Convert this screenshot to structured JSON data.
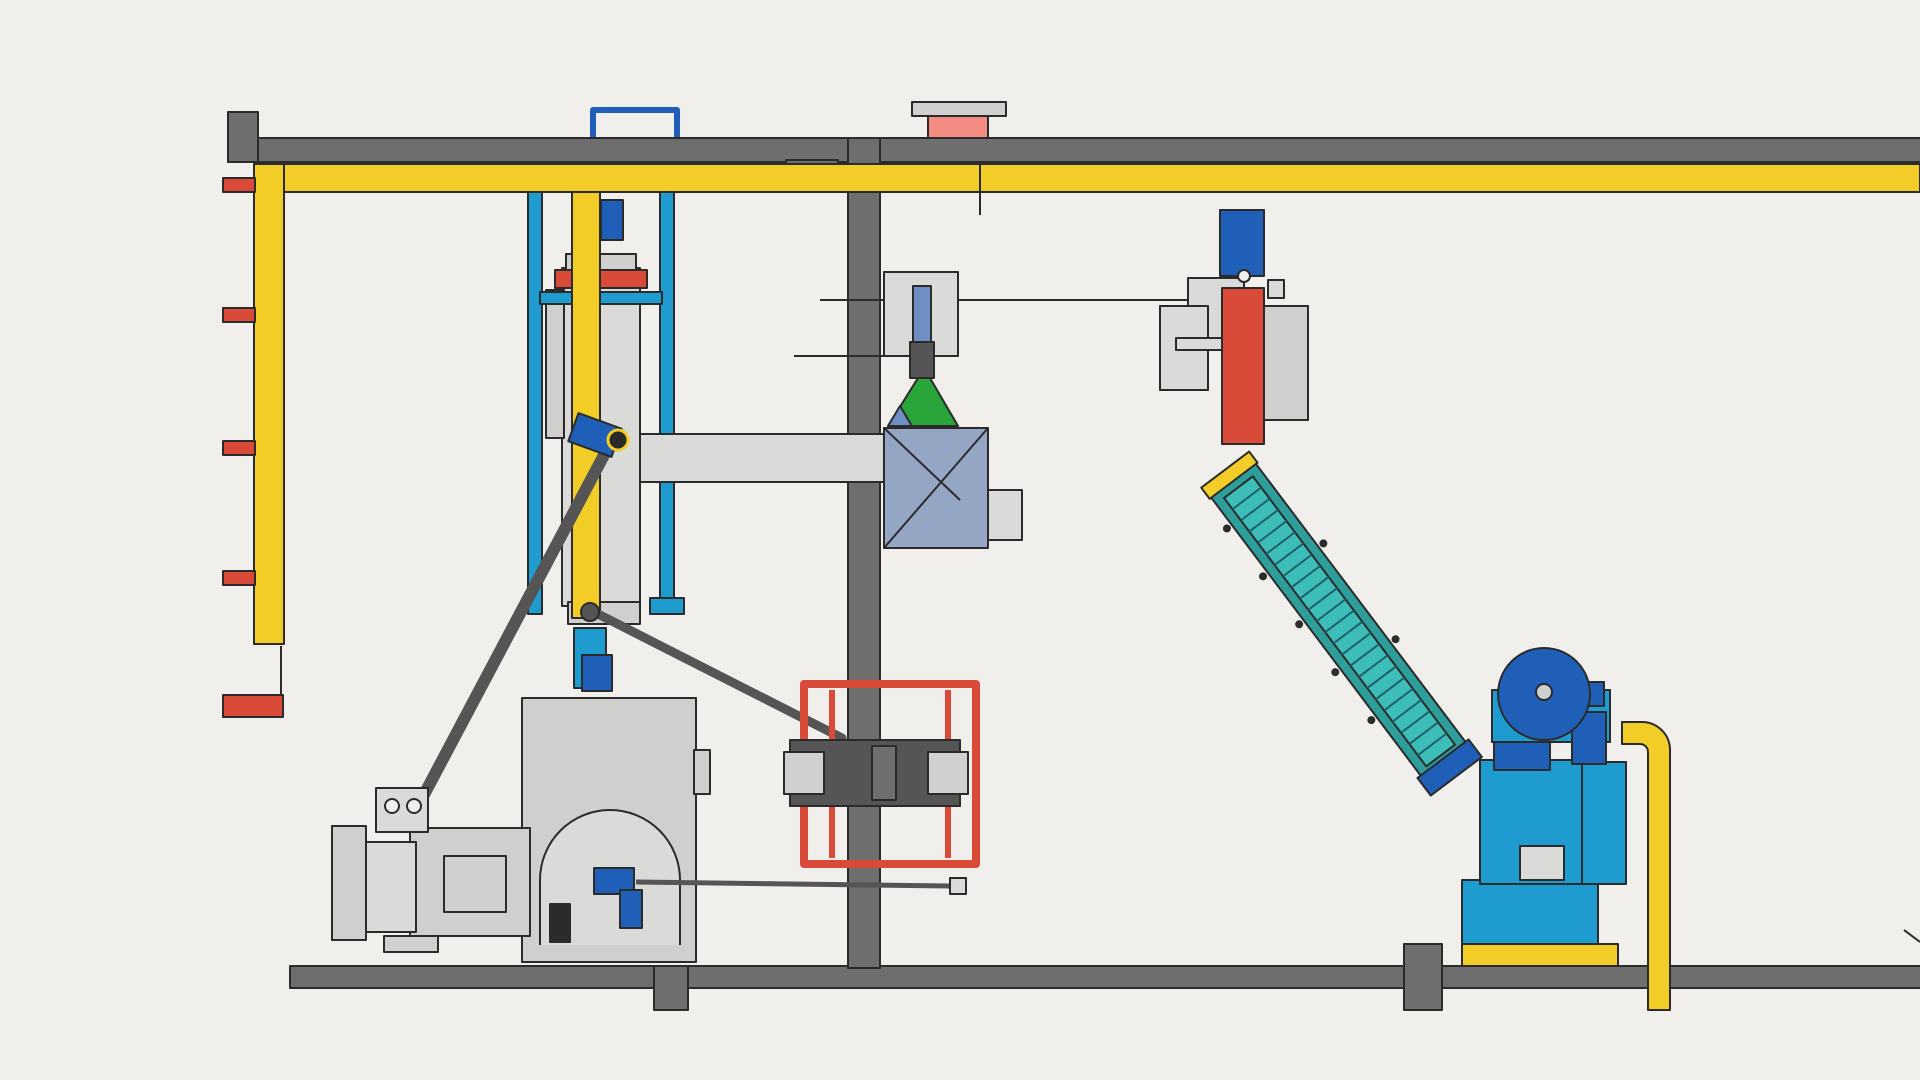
{
  "diagram": {
    "labels": [],
    "colors": {
      "background": "#f0efec",
      "frame": "#6e6e6e",
      "outline": "#2b2b2b",
      "yellow": "#f2cc27",
      "blue": "#1f5fb8",
      "cyan": "#1e9ccf",
      "red": "#d94a38",
      "gray": "#cfcfcd",
      "light_gray": "#dadad8",
      "teal": "#3dbdb7",
      "green": "#2aa53a",
      "slate": "#95a6c5",
      "pink": "#f28b82"
    },
    "components": [
      "main-frame",
      "yellow-pipe",
      "vertical-press-column",
      "linkage-arms",
      "gearbox-motor-unit",
      "valve-housing",
      "red-cage-mount",
      "overhead-actuator",
      "inclined-screw-conveyor",
      "blue-drive-pump"
    ]
  }
}
